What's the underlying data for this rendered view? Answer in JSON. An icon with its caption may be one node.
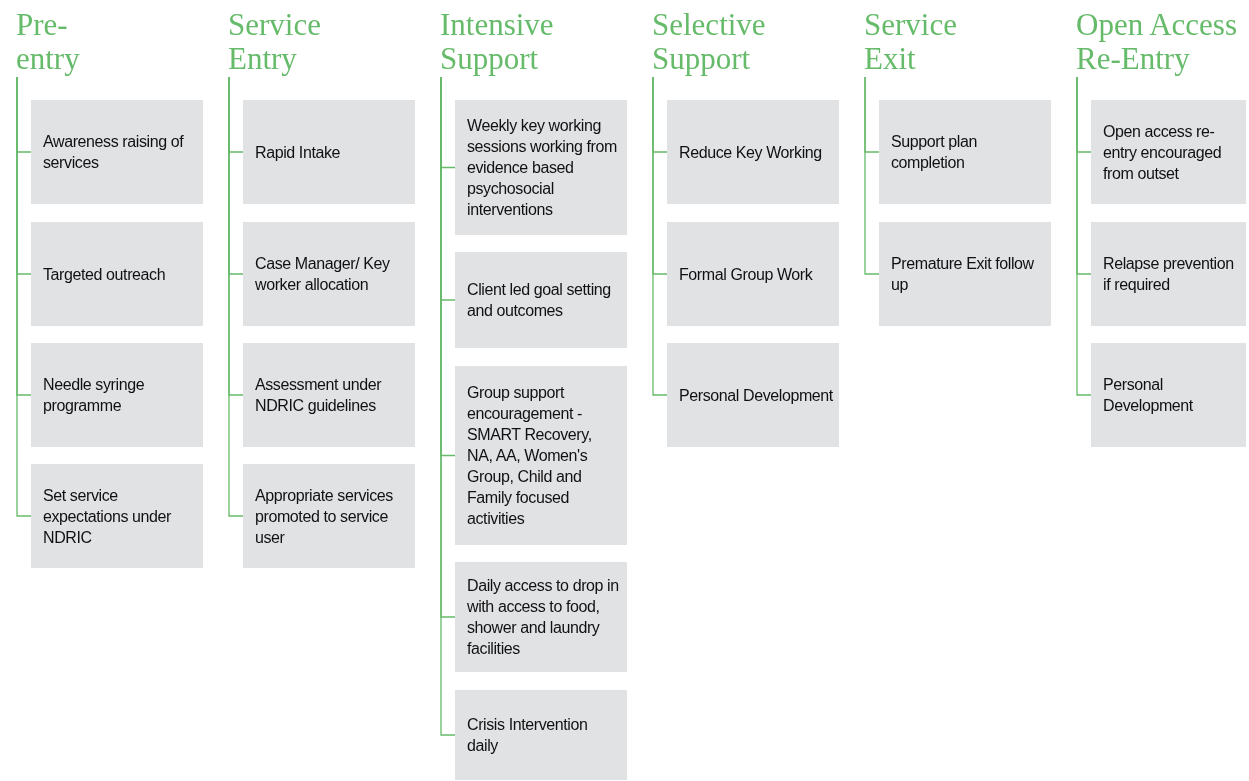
{
  "diagram": {
    "nodes": [
      {
        "text": [
          "Pre-entry"
        ]
      },
      {
        "text": [
          "Awareness raising of services"
        ]
      },
      {
        "text": [
          "Targeted outreach"
        ]
      },
      {
        "text": [
          "Needle syringe programme"
        ]
      },
      {
        "text": [
          "Set service expectations under NDRIC"
        ]
      },
      {
        "text": [
          "Service Entry"
        ]
      },
      {
        "text": [
          "Rapid Intake"
        ]
      },
      {
        "text": [
          "Case Manager/ Key worker allocation"
        ]
      },
      {
        "text": [
          "Assessment under NDRIC guidelines"
        ]
      },
      {
        "text": [
          "Appropriate services promoted to service user"
        ]
      },
      {
        "text": [
          "Intensive Support"
        ]
      },
      {
        "text": [
          "Weekly key working sessions working from evidence based psychosocial interventions"
        ]
      },
      {
        "text": [
          "Client led goal setting and outcomes"
        ]
      },
      {
        "text": [
          "Group support encouragement - SMART Recovery, NA, AA, Women's Group, Child and Family focused activities"
        ]
      },
      {
        "text": [
          "Daily access to drop in with access to food, shower and laundry facilities"
        ]
      },
      {
        "text": [
          "Crisis Intervention daily"
        ]
      },
      {
        "text": [
          "Selective Support"
        ]
      },
      {
        "text": [
          "Reduce Key Working"
        ]
      },
      {
        "text": [
          "Formal Group Work"
        ]
      },
      {
        "text": [
          "Personal Development"
        ]
      },
      {
        "text": [
          "Service Exit"
        ]
      },
      {
        "text": [
          "Support plan completion"
        ]
      },
      {
        "text": [
          "Premature Exit follow up"
        ]
      },
      {
        "text": [
          "Open Access Re-Entry"
        ]
      },
      {
        "text": [
          "Open access re-entry encouraged from outset"
        ]
      },
      {
        "text": [
          "Relapse prevention if required"
        ]
      },
      {
        "text": [
          "Personal Development"
        ]
      }
    ],
    "edges": [
      {
        "from": 0,
        "to": 1,
        "arrow": "none"
      },
      {
        "from": 0,
        "to": 2,
        "arrow": "none"
      },
      {
        "from": 0,
        "to": 3,
        "arrow": "none"
      },
      {
        "from": 0,
        "to": 4,
        "arrow": "none"
      },
      {
        "from": 5,
        "to": 6,
        "arrow": "none"
      },
      {
        "from": 5,
        "to": 7,
        "arrow": "none"
      },
      {
        "from": 5,
        "to": 8,
        "arrow": "none"
      },
      {
        "from": 5,
        "to": 9,
        "arrow": "none"
      },
      {
        "from": 10,
        "to": 11,
        "arrow": "none"
      },
      {
        "from": 10,
        "to": 12,
        "arrow": "none"
      },
      {
        "from": 10,
        "to": 13,
        "arrow": "none"
      },
      {
        "from": 10,
        "to": 14,
        "arrow": "none"
      },
      {
        "from": 10,
        "to": 15,
        "arrow": "none"
      },
      {
        "from": 16,
        "to": 17,
        "arrow": "none"
      },
      {
        "from": 16,
        "to": 18,
        "arrow": "none"
      },
      {
        "from": 16,
        "to": 19,
        "arrow": "none"
      },
      {
        "from": 20,
        "to": 21,
        "arrow": "none"
      },
      {
        "from": 20,
        "to": 22,
        "arrow": "none"
      },
      {
        "from": 23,
        "to": 24,
        "arrow": "none"
      },
      {
        "from": 23,
        "to": 25,
        "arrow": "none"
      },
      {
        "from": 23,
        "to": 26,
        "arrow": "none"
      }
    ]
  }
}
